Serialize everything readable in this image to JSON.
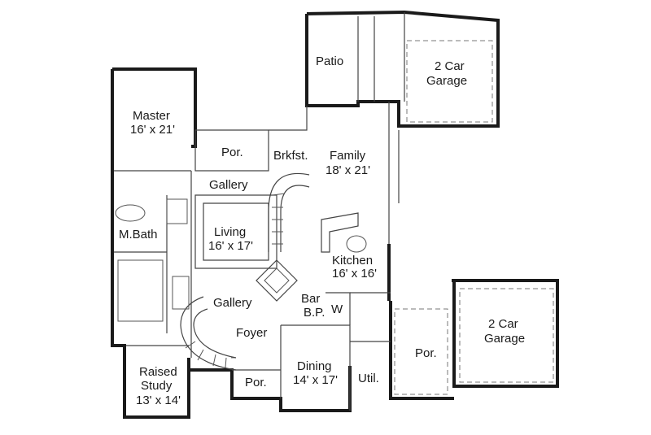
{
  "rooms": {
    "patio": {
      "name": "Patio"
    },
    "garage_top": {
      "name": "2 Car",
      "name2": "Garage"
    },
    "master": {
      "name": "Master",
      "dims": "16' x 21'"
    },
    "porch_top": {
      "name": "Por."
    },
    "breakfast": {
      "name": "Brkfst."
    },
    "family": {
      "name": "Family",
      "dims": "18' x 21'"
    },
    "gallery_top": {
      "name": "Gallery"
    },
    "living": {
      "name": "Living",
      "dims": "16' x 17'"
    },
    "master_bath": {
      "name": "M.Bath"
    },
    "kitchen": {
      "name": "Kitchen",
      "dims": "16' x 16'"
    },
    "bar": {
      "name": "Bar"
    },
    "butler_pantry": {
      "name": "B.P."
    },
    "wine": {
      "name": "W"
    },
    "gallery_bottom": {
      "name": "Gallery"
    },
    "foyer": {
      "name": "Foyer"
    },
    "garage_right": {
      "name": "2 Car",
      "name2": "Garage"
    },
    "porch_right": {
      "name": "Por."
    },
    "raised_study": {
      "name": "Raised",
      "name2": "Study",
      "dims": "13' x 14'"
    },
    "porch_front": {
      "name": "Por."
    },
    "dining": {
      "name": "Dining",
      "dims": "14' x 17'"
    },
    "utility": {
      "name": "Util."
    }
  }
}
